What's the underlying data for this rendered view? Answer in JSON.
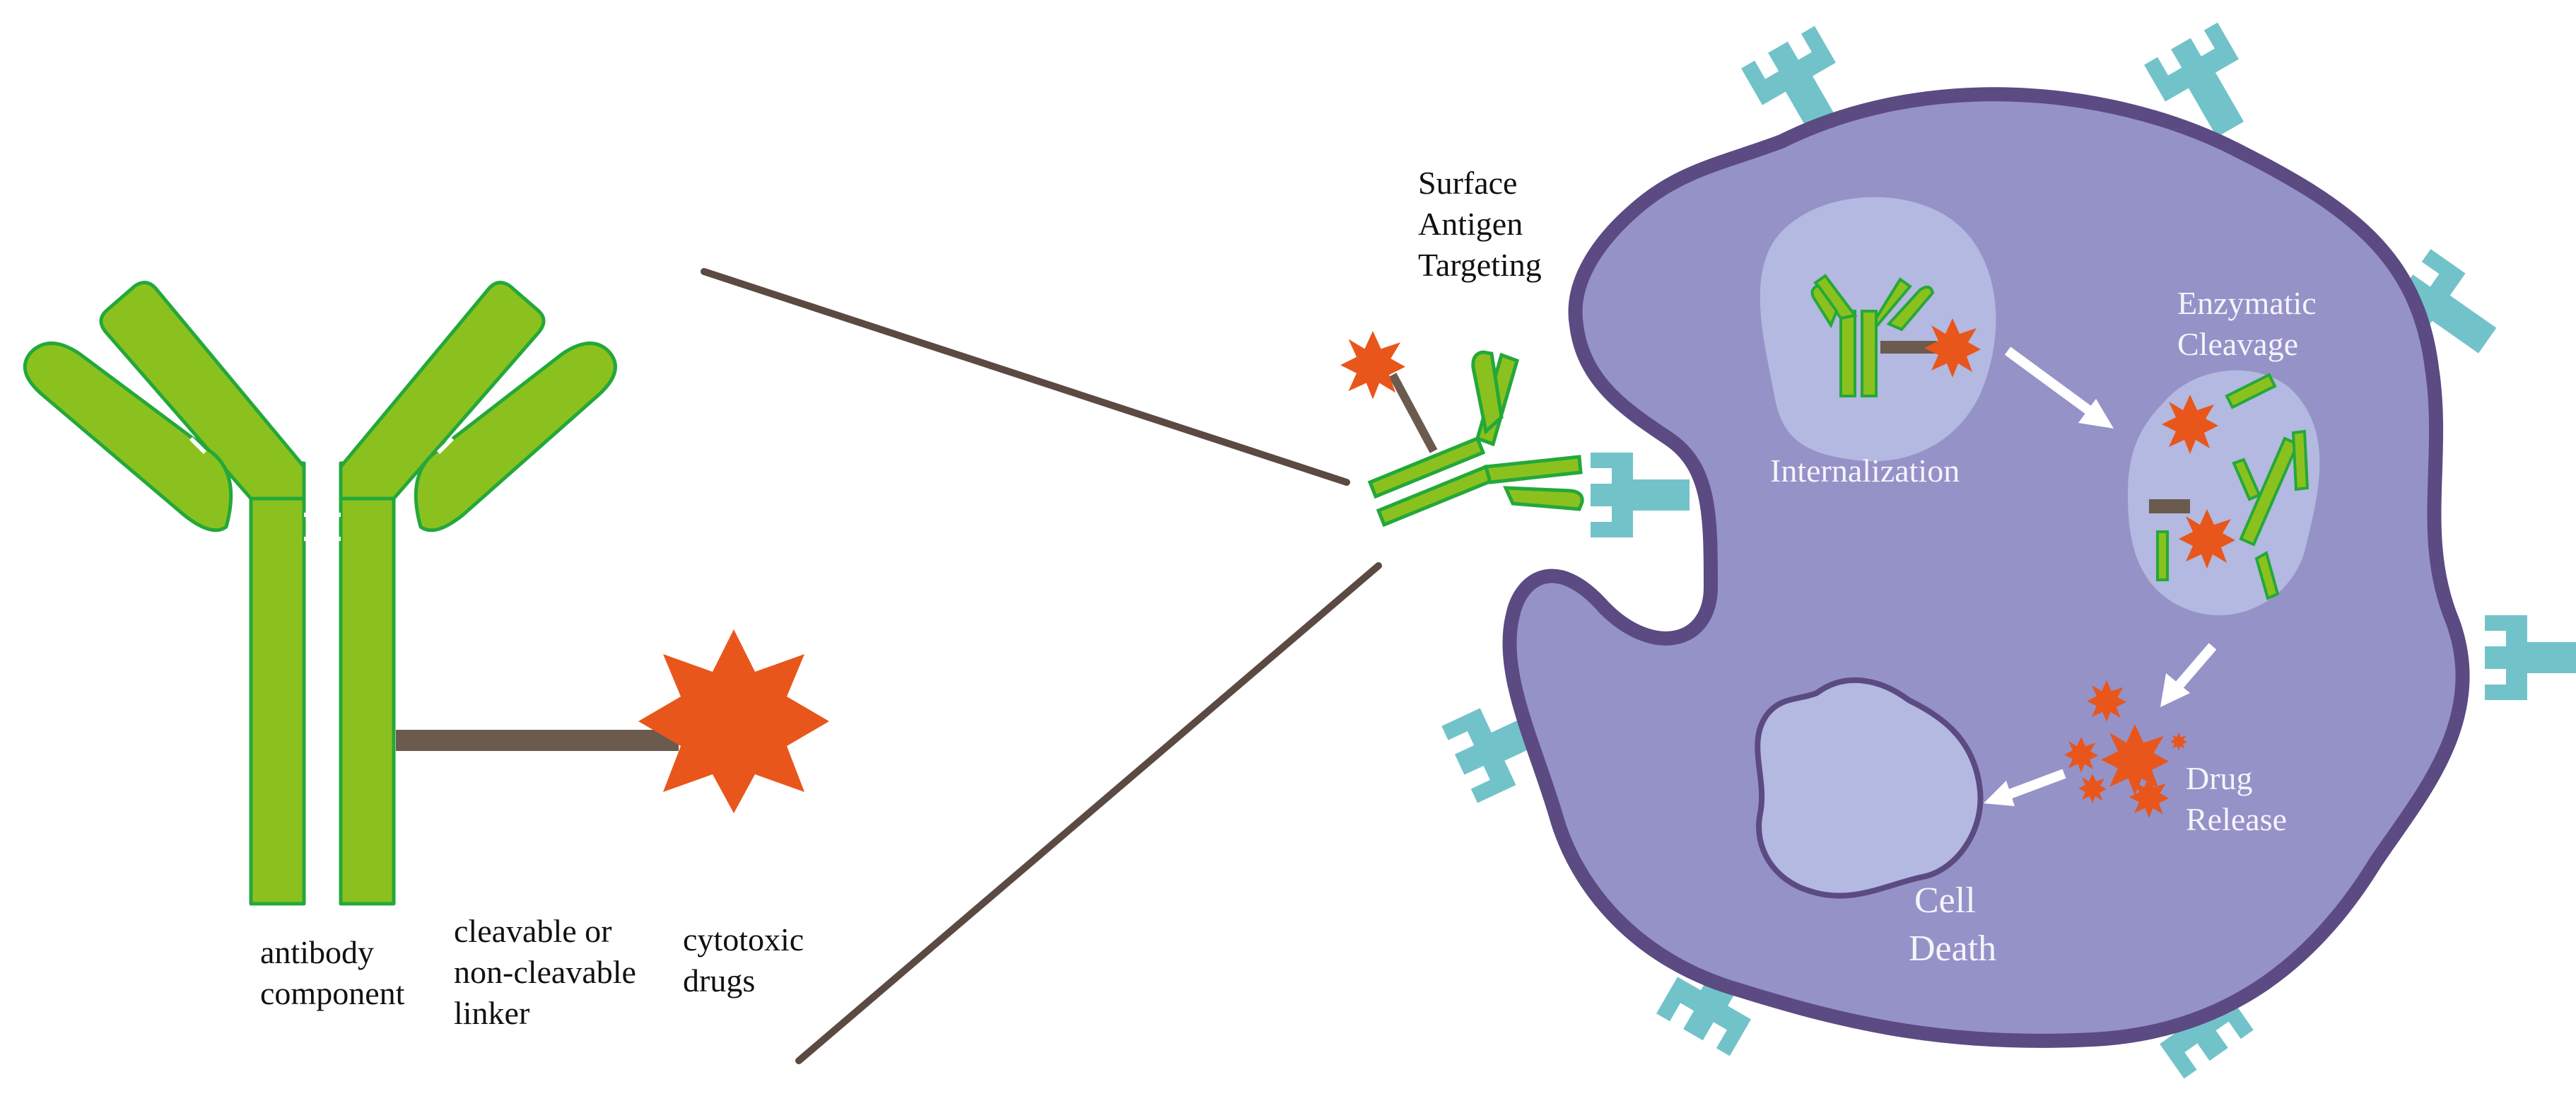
{
  "colors": {
    "antibody_fill": "#8bc11e",
    "antibody_stroke": "#24a83a",
    "linker": "#6b5a4e",
    "drug": "#e8561c",
    "cell_fill": "#9592c8",
    "cell_border": "#5c4a82",
    "vesicle_fill": "#b3b9e0",
    "nucleus_fill": "#b3b9e0",
    "receptor": "#72c3c9",
    "arrow": "#ffffff",
    "connector": "#5b4a42"
  },
  "icons": {
    "antibody": "y-shaped-antibody-icon",
    "drug": "star-burst-drug-icon",
    "receptor": "surface-receptor-icon",
    "arrow": "white-arrow-icon"
  },
  "labels": {
    "antibody_component": [
      "antibody",
      "component"
    ],
    "linker": [
      "cleavable or",
      "non-cleavable",
      "linker"
    ],
    "cytotoxic_drugs": [
      "cytotoxic",
      "drugs"
    ],
    "surface_targeting": [
      "Surface",
      "Antigen",
      "Targeting"
    ],
    "internalization": "Internalization",
    "enzymatic_cleavage": [
      "Enzymatic",
      "Cleavage"
    ],
    "drug_release": [
      "Drug",
      "Release"
    ],
    "cell_death": [
      "Cell",
      "Death"
    ]
  }
}
